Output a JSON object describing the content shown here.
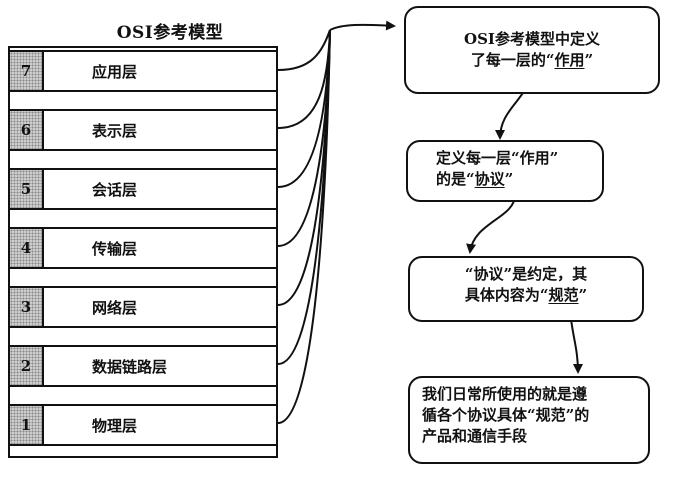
{
  "diagram": {
    "stack_title": "OSI参考模型",
    "layers": [
      {
        "number": "7",
        "name": "应用层"
      },
      {
        "number": "6",
        "name": "表示层"
      },
      {
        "number": "5",
        "name": "会话层"
      },
      {
        "number": "4",
        "name": "传输层"
      },
      {
        "number": "3",
        "name": "网络层"
      },
      {
        "number": "2",
        "name": "数据链路层"
      },
      {
        "number": "1",
        "name": "物理层"
      }
    ],
    "notes": [
      {
        "line1": "OSI参考模型中定义",
        "line2_prefix": "了每一层的“",
        "line2_emph": "作用",
        "line2_suffix": "”"
      },
      {
        "line1": "定义每一层“作用”",
        "line2_prefix": "的是“",
        "line2_emph": "协议",
        "line2_suffix": "”"
      },
      {
        "line1": "“协议”是约定，其",
        "line2_prefix": "具体内容为“",
        "line2_emph": "规范",
        "line2_suffix": "”"
      },
      {
        "line1": "我们日常所使用的就是遵",
        "line2": "循各个协议具体“规范”的",
        "line3": "产品和通信手段"
      }
    ]
  }
}
